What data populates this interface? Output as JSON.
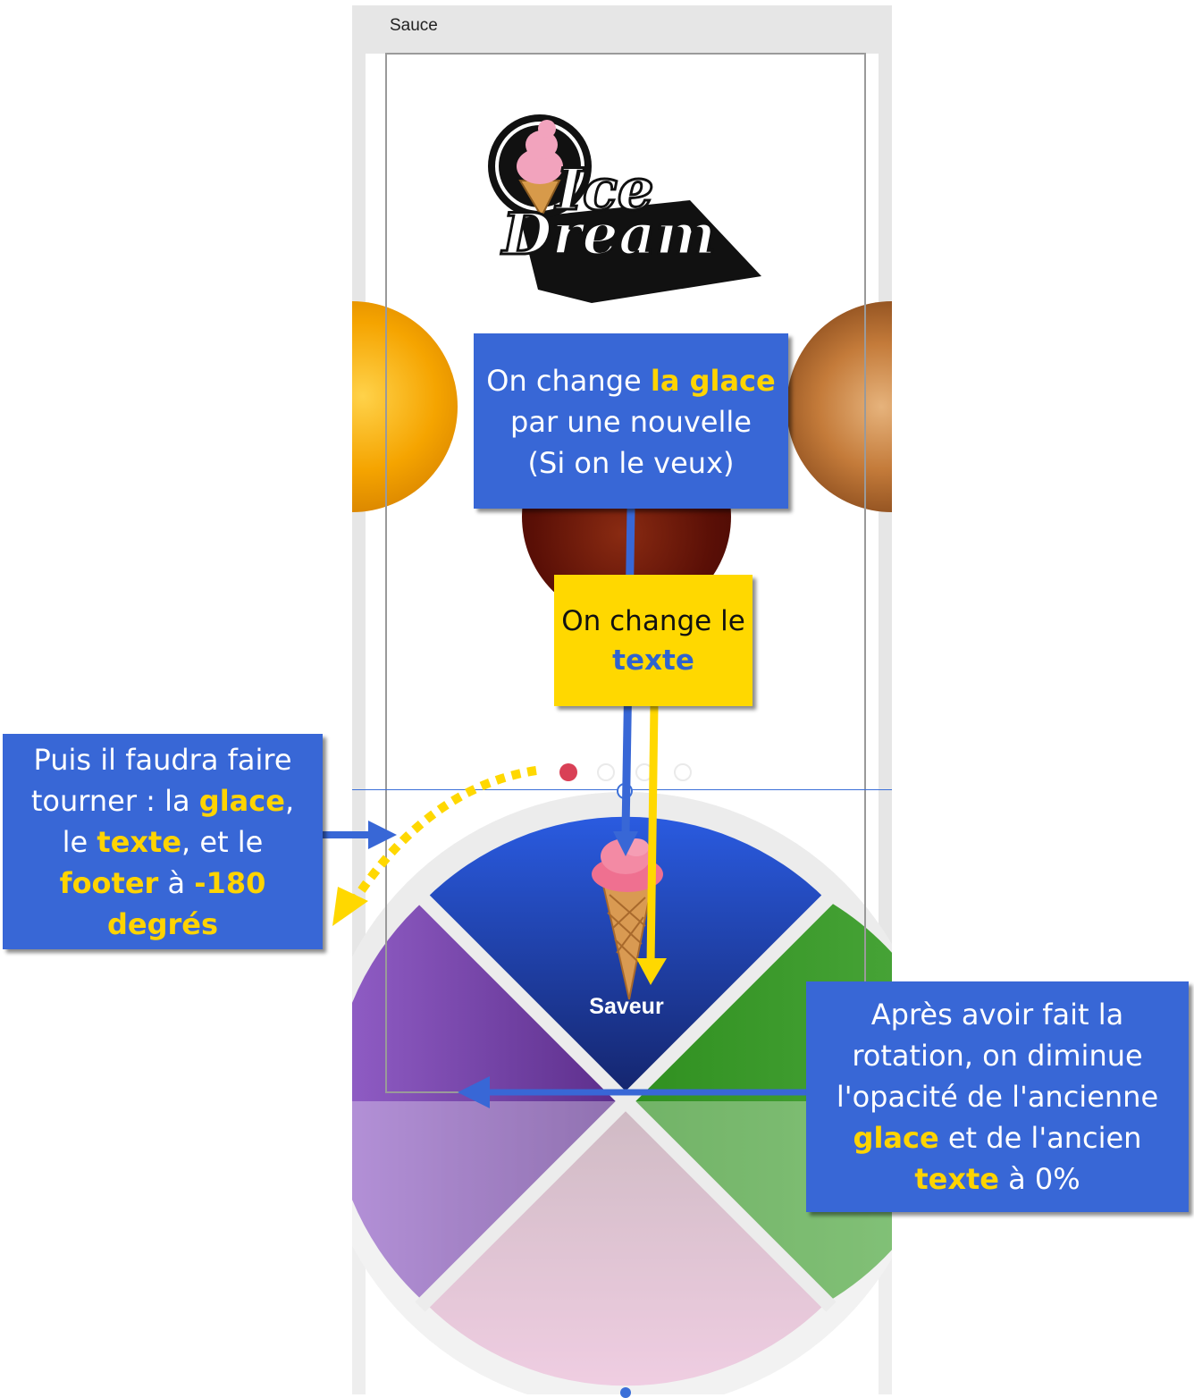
{
  "artboard": {
    "title": "Sauce"
  },
  "logo": {
    "line1": "Ice",
    "line2": "Dream"
  },
  "wheel": {
    "flavor_label": "Saveur"
  },
  "pagination": {
    "total": 4,
    "active": 1
  },
  "callouts": {
    "top": {
      "l1_a": "On change ",
      "l1_b": "la glace",
      "l2": "par une nouvelle",
      "l3": "(Si on le veux)"
    },
    "middle": {
      "l1": "On change le",
      "l2": "texte"
    },
    "left": {
      "l1": "Puis il faudra faire",
      "l2_a": "tourner : la ",
      "l2_b": "glace",
      "l2_c": ",",
      "l3_a": "le ",
      "l3_b": "texte",
      "l3_c": ", et le",
      "l4_a": "footer",
      "l4_b": " à ",
      "l4_c": "-180",
      "l5": "degrés"
    },
    "right": {
      "l1": "Après avoir fait la",
      "l2": "rotation, on diminue",
      "l3": "l'opacité de l'ancienne",
      "l4_a": "glace",
      "l4_b": " et de l'ancien",
      "l5_a": "texte",
      "l5_b": " à 0%"
    }
  },
  "colors": {
    "callout_blue": "#3867d6",
    "callout_yellow": "#ffd800",
    "highlight_yellow": "#ffd400",
    "highlight_blue": "#2f63cf",
    "wheel_blue": "#1f3fa8",
    "wheel_purple": "#7c47a8",
    "wheel_green": "#3f9b2a",
    "wheel_pink": "#d7a9c4",
    "active_dot": "#d94056"
  }
}
